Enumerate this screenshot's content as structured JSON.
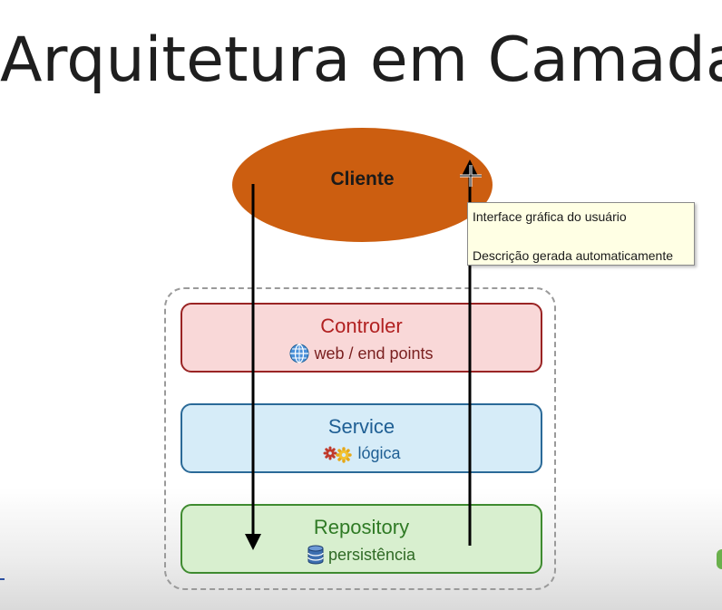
{
  "slide": {
    "title": "Arquitetura em Camadas",
    "client": {
      "label": "Cliente",
      "color": "#cc5e10"
    },
    "layers": [
      {
        "title": "Controler",
        "subtitle": "web / end points",
        "icon": "globe-icon",
        "fill": "#f9d8d8",
        "border": "#9a2424"
      },
      {
        "title": "Service",
        "subtitle": "lógica",
        "icon": "gears-icon",
        "fill": "#d6ecf8",
        "border": "#2b6a98"
      },
      {
        "title": "Repository",
        "subtitle": "persistência",
        "icon": "database-icon",
        "fill": "#d8efcf",
        "border": "#3f8b30"
      }
    ],
    "arrows": [
      {
        "direction": "down",
        "from": "Cliente",
        "to": "Repository"
      },
      {
        "direction": "up",
        "from": "Repository",
        "to": "Cliente"
      }
    ]
  },
  "tooltip": {
    "line1": "Interface gráfica do usuário",
    "line2": "Descrição gerada automaticamente"
  }
}
